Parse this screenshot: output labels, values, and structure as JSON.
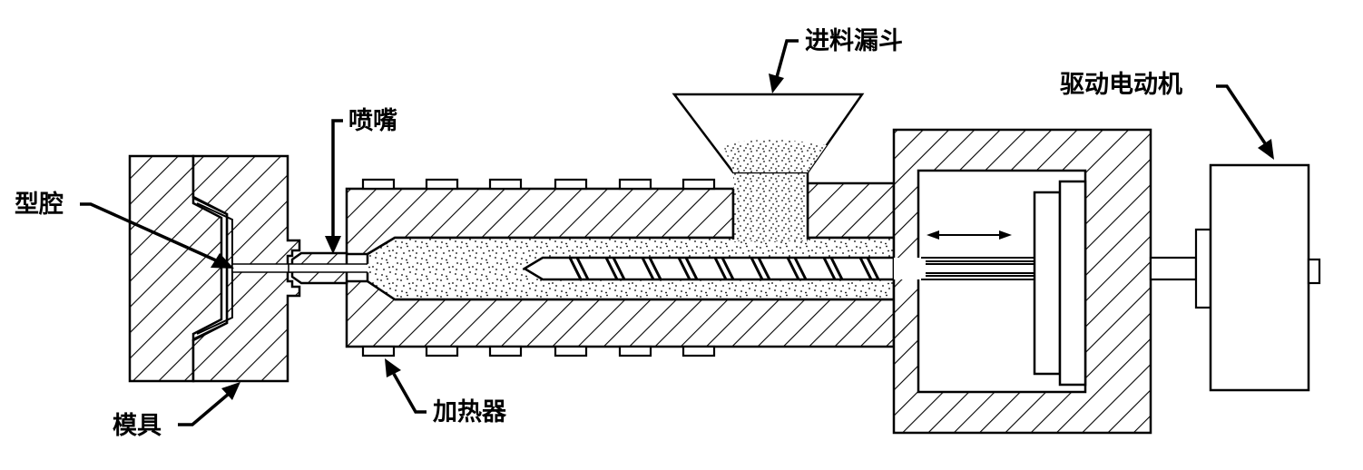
{
  "labels": {
    "mold_cavity": "型腔",
    "nozzle": "喷嘴",
    "hopper": "进料漏斗",
    "drive_motor": "驱动电动机",
    "mold": "模具",
    "heater": "加热器"
  }
}
